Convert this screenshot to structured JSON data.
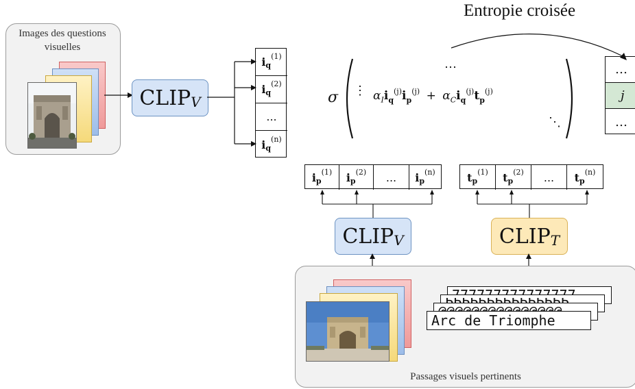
{
  "query_group": {
    "title": "Images des questions visuelles"
  },
  "clip_v_top": {
    "main": "CLIP",
    "sub": "V"
  },
  "query_vectors": {
    "items": [
      {
        "base": "i",
        "sub": "q",
        "sup": "(1)"
      },
      {
        "base": "i",
        "sub": "q",
        "sup": "(2)"
      },
      {
        "ellipsis": "..."
      },
      {
        "base": "i",
        "sub": "q",
        "sup": "(n)"
      }
    ]
  },
  "formula": {
    "sigma": "σ",
    "top_dots": "⋯",
    "left_dots": "⋮",
    "diag_dots": "⋱",
    "alpha_i": "α",
    "alpha_i_sub": "I",
    "alpha_c": "α",
    "alpha_c_sub": "C",
    "plus": "+",
    "sup_j": "(j)",
    "i": "i",
    "t": "t",
    "q": "q",
    "p": "p"
  },
  "loss": {
    "label": "Entropie croisée"
  },
  "target_vector": {
    "top": "…",
    "middle": "j",
    "bottom": "…",
    "highlight_color": "#d4e8d4"
  },
  "image_passage_vectors": {
    "items": [
      {
        "base": "i",
        "sub": "p",
        "sup": "(1)"
      },
      {
        "base": "i",
        "sub": "p",
        "sup": "(2)"
      },
      {
        "ellipsis": "..."
      },
      {
        "base": "i",
        "sub": "p",
        "sup": "(n)"
      }
    ]
  },
  "text_passage_vectors": {
    "items": [
      {
        "base": "t",
        "sub": "p",
        "sup": "(1)"
      },
      {
        "base": "t",
        "sub": "p",
        "sup": "(2)"
      },
      {
        "ellipsis": "..."
      },
      {
        "base": "t",
        "sub": "p",
        "sup": "(n)"
      }
    ]
  },
  "clip_v_bottom": {
    "main": "CLIP",
    "sub": "V"
  },
  "clip_t_bottom": {
    "main": "CLIP",
    "sub": "T"
  },
  "passages_group": {
    "title": "Passages visuels pertinents"
  },
  "text_cards": {
    "front": "Arc de Triomphe",
    "back1": "@@@@@@@@@@@@@@@",
    "back2": "ÞÞÞÞÞÞÞÞÞÞÞÞÞÞÞ",
    "back3": "777777777777777"
  },
  "colors": {
    "clip_v": "#d6e4f7",
    "clip_t": "#fde9b8",
    "card_red": "#f4a6a6",
    "card_blue": "#aec9f0",
    "card_yellow": "#fbe7a4"
  }
}
